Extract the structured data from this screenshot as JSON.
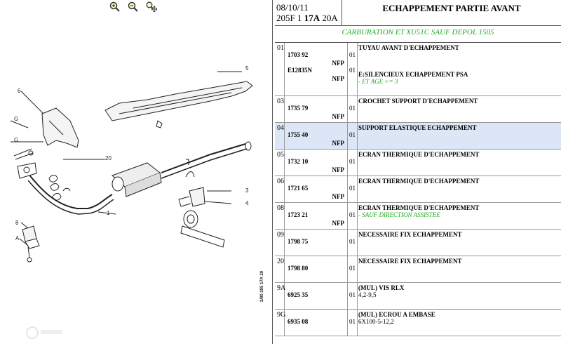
{
  "toolbar": {
    "icons": [
      "zoom-in-icon",
      "zoom-out-icon",
      "zoom-pan-icon"
    ]
  },
  "diagram": {
    "callouts": [
      "5",
      "6",
      "G",
      "G",
      "20",
      "3",
      "4",
      "1",
      "8",
      "A"
    ],
    "side_caption": "2/90  205 17A 20"
  },
  "header": {
    "date": "08/10/11",
    "model_prefix": "205F 1",
    "model_bold": "17A",
    "model_suffix": "20A",
    "title": "ECHAPPEMENT PARTIE AVANT"
  },
  "subtitle": "CARBURATION ET XU51C SAUF DEPOL 1505",
  "rows": [
    {
      "pos": "01",
      "ref": "1703 92",
      "nfp": "NFP",
      "qty": "01",
      "desc": "TUYAU AVANT D'ECHAPPEMENT",
      "note": "",
      "spec": "",
      "ref2": "E12835N",
      "nfp2": "NFP",
      "qty2": "01",
      "desc2": "E:SILENCIEUX ECHAPPEMENT PSA",
      "note2": "- ET AGE >= 3"
    },
    {
      "pos": "03",
      "ref": "1735 79",
      "nfp": "NFP",
      "qty": "01",
      "desc": "CROCHET SUPPORT D'ECHAPPEMENT",
      "note": "",
      "spec": ""
    },
    {
      "pos": "04",
      "ref": "1755 40",
      "nfp": "NFP",
      "qty": "01",
      "desc": "SUPPORT ELASTIQUE ECHAPPEMENT",
      "note": "",
      "spec": ""
    },
    {
      "pos": "05",
      "ref": "1732 10",
      "nfp": "NFP",
      "qty": "01",
      "desc": "ECRAN THERMIQUE D'ECHAPPEMENT",
      "note": "",
      "spec": ""
    },
    {
      "pos": "06",
      "ref": "1721 65",
      "nfp": "NFP",
      "qty": "01",
      "desc": "ECRAN THERMIQUE D'ECHAPPEMENT",
      "note": "",
      "spec": ""
    },
    {
      "pos": "08",
      "ref": "1723 21",
      "nfp": "NFP",
      "qty": "01",
      "desc": "ECRAN THERMIQUE D'ECHAPPEMENT",
      "note": "- SAUF DIRECTION ASSISTEE",
      "spec": ""
    },
    {
      "pos": "09",
      "ref": "1798 75",
      "nfp": "",
      "qty": "01",
      "desc": "NECESSAIRE FIX ECHAPPEMENT",
      "note": "",
      "spec": ""
    },
    {
      "pos": "20",
      "ref": "1798 80",
      "nfp": "",
      "qty": "01",
      "desc": "NECESSAIRE FIX ECHAPPEMENT",
      "note": "",
      "spec": ""
    },
    {
      "pos": "9A",
      "ref": "6925 35",
      "nfp": "",
      "qty": "01",
      "desc": "(MUL) VIS RLX",
      "note": "",
      "spec": "4,2-9,5"
    },
    {
      "pos": "9G",
      "ref": "6935 08",
      "nfp": "",
      "qty": "01",
      "desc": "(MUL) ECROU A EMBASE",
      "note": "",
      "spec": "6X100-5-12,2"
    }
  ]
}
